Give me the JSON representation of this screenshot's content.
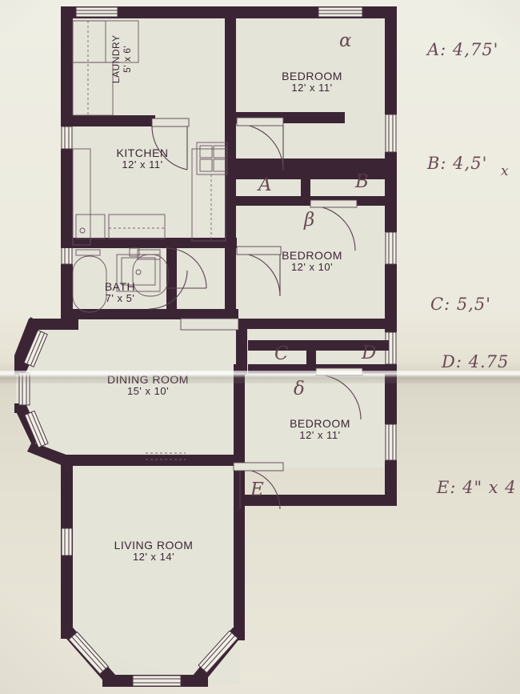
{
  "document": {
    "type": "floor-plan-photo",
    "paper_color": "#eae7da",
    "wall_color": "#3b2535",
    "room_fill": "#e4e4d8",
    "handwriting_color": "#5b3a46"
  },
  "rooms": [
    {
      "key": "laundry",
      "name": "LAUNDRY",
      "dimensions": "5' x 6'",
      "orientation": "vertical"
    },
    {
      "key": "kitchen",
      "name": "KITCHEN",
      "dimensions": "12' x 11'",
      "orientation": "horizontal"
    },
    {
      "key": "bedroom_top",
      "name": "BEDROOM",
      "dimensions": "12' x 11'",
      "orientation": "horizontal"
    },
    {
      "key": "bedroom_mid",
      "name": "BEDROOM",
      "dimensions": "12' x 10'",
      "orientation": "horizontal"
    },
    {
      "key": "bedroom_low",
      "name": "BEDROOM",
      "dimensions": "12' x 11'",
      "orientation": "horizontal"
    },
    {
      "key": "bath",
      "name": "BATH",
      "dimensions": "7' x 5'",
      "orientation": "horizontal"
    },
    {
      "key": "dining",
      "name": "DINING ROOM",
      "dimensions": "15' x 10'",
      "orientation": "horizontal"
    },
    {
      "key": "living",
      "name": "LIVING ROOM",
      "dimensions": "12' x 14'",
      "orientation": "horizontal"
    }
  ],
  "handwritten_notes": [
    {
      "key": "note_a",
      "text": "A: 4,75'"
    },
    {
      "key": "note_b",
      "text": "B: 4,5'"
    },
    {
      "key": "note_b_x",
      "text": "x"
    },
    {
      "key": "note_c",
      "text": "C: 5,5'"
    },
    {
      "key": "note_d",
      "text": "D: 4.75"
    },
    {
      "key": "note_e",
      "text": "E: 4\" x 4"
    }
  ],
  "handwritten_marks": [
    {
      "key": "mark_alpha",
      "text": "α",
      "meaning": "alpha-mark-top-bedroom"
    },
    {
      "key": "mark_closet_a",
      "text": "A",
      "meaning": "closet-a-label"
    },
    {
      "key": "mark_closet_b",
      "text": "B",
      "meaning": "closet-b-label"
    },
    {
      "key": "mark_beta",
      "text": "β",
      "meaning": "beta-mark-middle-bedroom"
    },
    {
      "key": "mark_closet_c",
      "text": "C",
      "meaning": "closet-c-label"
    },
    {
      "key": "mark_closet_d",
      "text": "D",
      "meaning": "closet-d-label"
    },
    {
      "key": "mark_delta",
      "text": "δ",
      "meaning": "delta-mark-lower-bedroom"
    },
    {
      "key": "mark_door_e",
      "text": "E",
      "meaning": "door-e-label"
    }
  ]
}
